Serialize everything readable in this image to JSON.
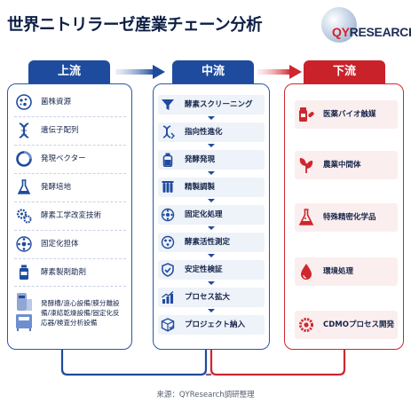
{
  "title": "世界ニトリラーゼ産業チェーン分析",
  "logo": {
    "q": "QY",
    "rest": "RESEARCH"
  },
  "columns": {
    "upstream": {
      "header": "上流",
      "items": [
        {
          "icon": "microbe-icon",
          "label": "菌株資源"
        },
        {
          "icon": "dna-icon",
          "label": "遺伝子配列"
        },
        {
          "icon": "vector-ring-icon",
          "label": "発現ベクター"
        },
        {
          "icon": "flask-icon",
          "label": "発酵培地"
        },
        {
          "icon": "gears-icon",
          "label": "酵素工学改変技術"
        },
        {
          "icon": "carrier-icon",
          "label": "固定化担体"
        },
        {
          "icon": "reagent-bottle-icon",
          "label": "酵素製剤助剤"
        },
        {
          "icon": "equipment-icon",
          "label": "発酵槽/遠心設備/膜分離設備/凍結乾燥設備/固定化反応器/検査分析設備"
        }
      ]
    },
    "midstream": {
      "header": "中流",
      "items": [
        {
          "icon": "funnel-icon",
          "label": "酵素スクリーニング"
        },
        {
          "icon": "directed-evolution-icon",
          "label": "指向性進化"
        },
        {
          "icon": "fermentation-bottle-icon",
          "label": "発酵発現"
        },
        {
          "icon": "test-tubes-icon",
          "label": "精製調製"
        },
        {
          "icon": "immobilize-icon",
          "label": "固定化処理"
        },
        {
          "icon": "activity-icon",
          "label": "酵素活性測定"
        },
        {
          "icon": "shield-check-icon",
          "label": "安定性検証"
        },
        {
          "icon": "growth-chart-icon",
          "label": "プロセス拡大"
        },
        {
          "icon": "delivery-box-icon",
          "label": "プロジェクト納入"
        }
      ]
    },
    "downstream": {
      "header": "下流",
      "items": [
        {
          "icon": "pharma-icon",
          "label": "医薬バイオ触媒"
        },
        {
          "icon": "plant-icon",
          "label": "農業中間体"
        },
        {
          "icon": "chemical-flask-icon",
          "label": "特殊精密化学品"
        },
        {
          "icon": "water-drop-icon",
          "label": "環境処理"
        },
        {
          "icon": "factory-gear-icon",
          "label": "CDMOプロセス開発"
        }
      ]
    }
  },
  "source": "来源：QYResearch調研整理",
  "colors": {
    "blue": "#1f4b9e",
    "red": "#c9222b",
    "navy": "#0d1f45"
  }
}
